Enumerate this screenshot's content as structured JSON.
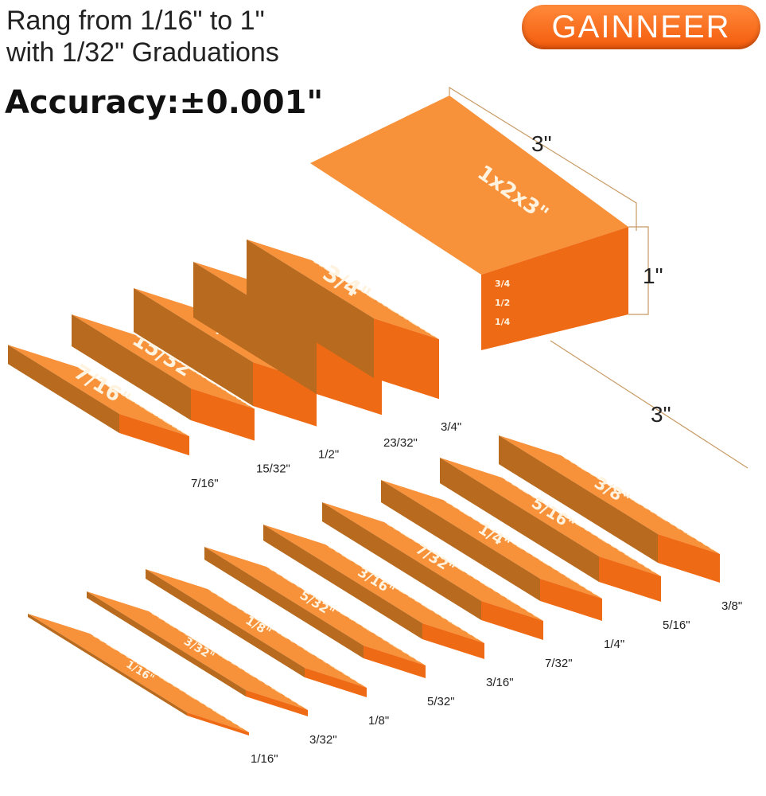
{
  "headline": {
    "line1": "Rang from 1/16\" to 1\"",
    "line2": "with 1/32\" Graduations"
  },
  "accuracy": "Accuracy:±0.001\"",
  "brand": "GAINNEER",
  "colors": {
    "top": "#f7913a",
    "front": "#ef6a14",
    "side": "#b86a1e",
    "brand": "#f45a0c"
  },
  "big_block": {
    "label": "1x2x3\"",
    "length": "3\"",
    "height": "1\"",
    "scale_marks": [
      "3/4",
      "1/2",
      "1/4"
    ]
  },
  "top_blocks": [
    {
      "label": "7/16\"",
      "dimension": "7/16\""
    },
    {
      "label": "15/32\"",
      "dimension": "15/32\""
    },
    {
      "label": "1/2\"",
      "dimension": "1/2\""
    },
    {
      "label": "23/32\"",
      "dimension": "23/32\""
    },
    {
      "label": "3/4\"",
      "dimension": "3/4\""
    }
  ],
  "bottom_length": "3\"",
  "bottom_blocks": [
    {
      "label": "1/16\"",
      "dimension": "1/16\""
    },
    {
      "label": "3/32\"",
      "dimension": "3/32\""
    },
    {
      "label": "1/8\"",
      "dimension": "1/8\""
    },
    {
      "label": "5/32\"",
      "dimension": "5/32\""
    },
    {
      "label": "3/16\"",
      "dimension": "3/16\""
    },
    {
      "label": "7/32\"",
      "dimension": "7/32\""
    },
    {
      "label": "1/4\"",
      "dimension": "1/4\""
    },
    {
      "label": "5/16\"",
      "dimension": "5/16\""
    },
    {
      "label": "3/8\"",
      "dimension": "3/8\""
    }
  ]
}
